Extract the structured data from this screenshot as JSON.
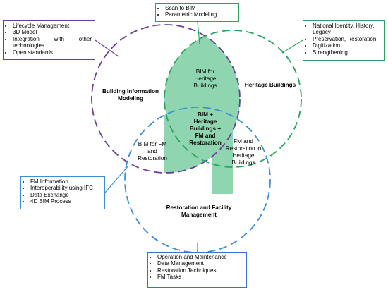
{
  "circles": {
    "bim": {
      "label": "Building Information Modeling",
      "color": "#6a3d9a"
    },
    "heritage": {
      "label": "Heritage Buildings",
      "color": "#2ca25f"
    },
    "fm": {
      "label": "Restoration and Facility Management",
      "color": "#3a8fd6"
    },
    "fill_color": "#8fd6b0"
  },
  "intersections": {
    "bim_heritage": "BIM for Heritage Buildings",
    "bim_fm": "BIM for FM and Restoration",
    "heritage_fm": "FM and Restoration in Heritage Buildings",
    "center": "BIM + Heritage Buildings + FM and Restoration"
  },
  "boxes": {
    "bim": [
      "Lifecycle Management",
      "3D Model",
      "Integration with other technologies",
      "Open standards"
    ],
    "heritage_top": [
      "Scan to BIM",
      "Parametric Modeling"
    ],
    "heritage_right": [
      "National Identity, History, Legacy",
      "Preservation, Restoration",
      "Digitization",
      "Strengthening"
    ],
    "fm_left": [
      "FM Information",
      "Interoperability using IFC",
      "Data Exchange",
      "4D BIM Process"
    ],
    "fm_bottom": [
      "Operation and Maintenance",
      "Data Management",
      "Restoration Techniques",
      "FM Tasks"
    ]
  }
}
